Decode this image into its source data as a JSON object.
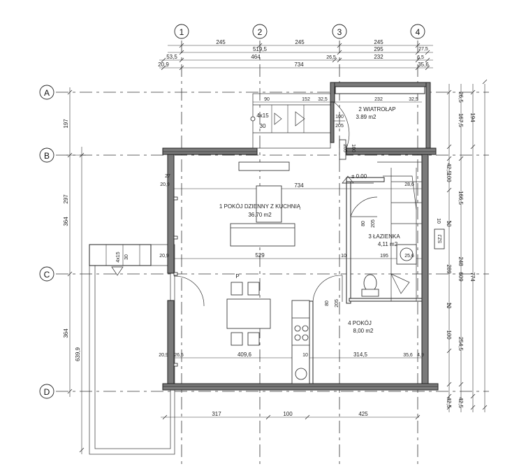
{
  "axes": {
    "columns": [
      "1",
      "2",
      "3",
      "4"
    ],
    "rows": [
      "A",
      "B",
      "C",
      "D"
    ]
  },
  "top_dims": {
    "row1": [
      "245",
      "245",
      "245"
    ],
    "row2": [
      "519,5",
      "295",
      "27,5"
    ],
    "row3": [
      "53,5",
      "464",
      "26,5",
      "232",
      "6,5"
    ],
    "row4": [
      "20,9",
      "734",
      "35,6"
    ]
  },
  "left_dims": {
    "outer": [
      "197",
      "297",
      "364",
      "364"
    ],
    "inner": [
      "639,9"
    ]
  },
  "right_dims": {
    "col1": [
      "26,5",
      "167,5",
      "42,5",
      "100",
      "166,5",
      "10",
      "248",
      "10",
      "254,5",
      "100",
      "42,5",
      "42,5"
    ],
    "col2": [
      "194",
      "609",
      "774"
    ],
    "col3": [
      "289"
    ]
  },
  "bottom_dims": [
    "317",
    "100",
    "425"
  ],
  "interior_dims": {
    "vestibule_top": [
      "90",
      "152",
      "32,5",
      "232",
      "32,5"
    ],
    "wide": "734",
    "mid_row": [
      "20,9",
      "529",
      "10",
      "195",
      "25,6"
    ],
    "low_row": [
      "20,9",
      "26,5",
      "409,6",
      "10",
      "314,5",
      "35,6",
      "4,9"
    ],
    "misc": [
      "27",
      "20,9",
      "28,6",
      "10",
      "100",
      "205",
      "80",
      "205",
      "80",
      "205",
      "100",
      "205"
    ]
  },
  "rooms": [
    {
      "name": "1 POKÓJ DZIENNY Z KUCHNIĄ",
      "area": "36.70 m2"
    },
    {
      "name": "2 WIATROŁAP",
      "area": "3.89 m2"
    },
    {
      "name": "3 ŁAZIENKA",
      "area": "4,11 m2"
    },
    {
      "name": "4 POKÓJ",
      "area": "8,00 m2"
    }
  ],
  "stairs": {
    "entry": {
      "count": "4x15",
      "depth": "30"
    },
    "terrace": {
      "count": "4x15",
      "depth": "30"
    }
  },
  "level": "± 0.00",
  "labels": {
    "p": "P",
    "szj": "SZJ"
  }
}
